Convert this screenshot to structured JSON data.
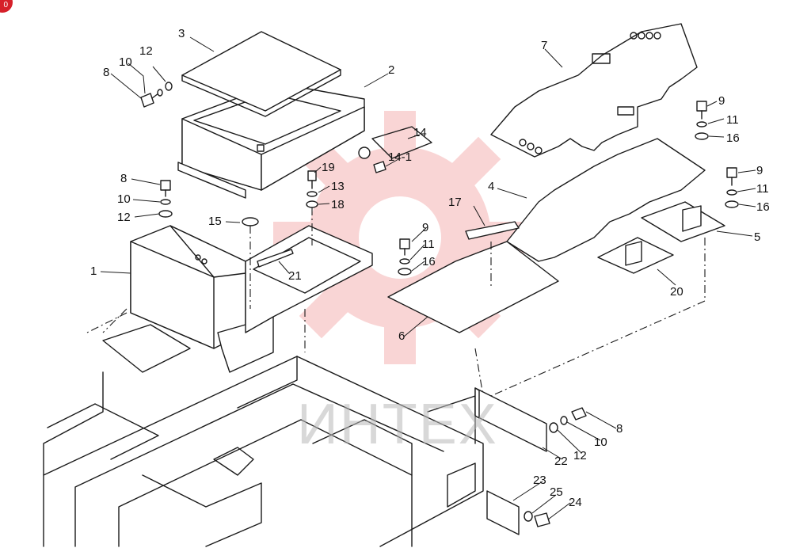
{
  "badge": {
    "text": "0",
    "color": "#d6202a"
  },
  "watermark": {
    "text": "ИНТЕХ",
    "color": "#e84545",
    "gear_icon": "gear-icon"
  },
  "callouts": {
    "c1": "1",
    "c2": "2",
    "c3": "3",
    "c4": "4",
    "c5": "5",
    "c6": "6",
    "c7": "7",
    "c8a": "8",
    "c8b": "8",
    "c8c": "8",
    "c9a": "9",
    "c9b": "9",
    "c9c": "9",
    "c10a": "10",
    "c10b": "10",
    "c10c": "10",
    "c11a": "11",
    "c11b": "11",
    "c11c": "11",
    "c12a": "12",
    "c12b": "12",
    "c12c": "12",
    "c13": "13",
    "c14": "14",
    "c14_1": "14-1",
    "c15": "15",
    "c16a": "16",
    "c16b": "16",
    "c16c": "16",
    "c17": "17",
    "c18": "18",
    "c19": "19",
    "c20": "20",
    "c21": "21",
    "c22": "22",
    "c23": "23",
    "c24": "24",
    "c25": "25"
  }
}
